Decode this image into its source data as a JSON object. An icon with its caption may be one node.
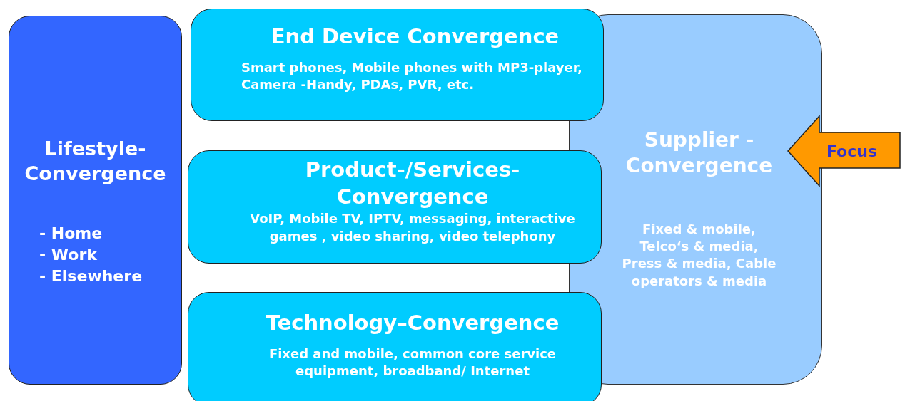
{
  "diagram": {
    "nodes": [
      {
        "text": [
          "Lifestyle-Convergence",
          "- Home",
          "- Work",
          "- Elsewhere"
        ]
      },
      {
        "text": [
          "End Device Convergence",
          "Smart phones, Mobile phones with MP3-player, Camera -Handy,  PDAs, PVR,  etc."
        ]
      },
      {
        "text": [
          "Product-/Services-Convergence",
          "VoIP, Mobile TV, IPTV, messaging, interactive games , video sharing, video telephony"
        ]
      },
      {
        "text": [
          "Technology–Convergence",
          "Fixed and mobile,  common core service equipment, broadband/ Internet"
        ]
      },
      {
        "text": [
          "Supplier - Convergence",
          "Fixed & mobile, Telco‘s & media, Press & media, Cable operators & media"
        ]
      },
      {
        "text": [
          "Focus"
        ]
      }
    ]
  }
}
